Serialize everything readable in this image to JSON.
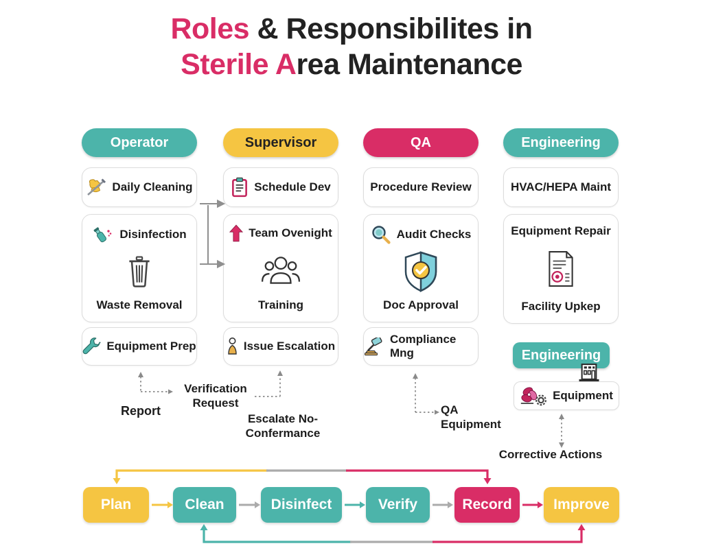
{
  "colors": {
    "teal": "#4CB4AA",
    "yellow": "#F5C542",
    "pink": "#D92D66",
    "gray": "#ABABAB",
    "dark": "#222222"
  },
  "title": {
    "accent1": "Roles",
    "rest1": " & Responsibilites in",
    "accent2": "Sterile A",
    "rest2": "rea Maintenance"
  },
  "columns": [
    {
      "header": "Operator",
      "header_bg": "#4CB4AA",
      "header_fg": "#FFFFFF",
      "cards": [
        {
          "title": "Daily Cleaning",
          "icon": "cleaning-icon"
        },
        {
          "top_title": "Disinfection",
          "top_icon": "spray-icon",
          "mid_icon": "trash-icon",
          "bottom_title": "Waste Removal"
        },
        {
          "title": "Equipment Prep",
          "icon": "wrench-icon"
        }
      ]
    },
    {
      "header": "Supervisor",
      "header_bg": "#F5C542",
      "header_fg": "#222222",
      "cards": [
        {
          "title": "Schedule Dev",
          "icon": "clipboard-icon"
        },
        {
          "top_title": "Team Ovenight",
          "top_icon": "arrow-up-icon",
          "mid_icon": "people-icon",
          "bottom_title": "Training"
        },
        {
          "title": "Issue Escalation",
          "icon": "person-icon"
        }
      ]
    },
    {
      "header": "QA",
      "header_bg": "#D92D66",
      "header_fg": "#FFFFFF",
      "cards": [
        {
          "title": "Procedure Review"
        },
        {
          "top_title": "Audit Checks",
          "top_icon": "magnifier-icon",
          "mid_icon": "shield-check-icon",
          "bottom_title": "Doc Approval"
        },
        {
          "title": "Compliance Mng",
          "icon": "gavel-icon"
        }
      ]
    },
    {
      "header": "Engineering",
      "header_bg": "#4CB4AA",
      "header_fg": "#FFFFFF",
      "cards": [
        {
          "title": "HVAC/HEPA Maint"
        },
        {
          "top_title": "Equipment Repair",
          "mid_icon": "document-icon",
          "bottom_title": "Facility Upkep"
        }
      ],
      "badge": "Engineering",
      "equipment_card": {
        "title": "Equipment",
        "icon": "fan-gear-icon"
      }
    }
  ],
  "flow_labels": {
    "report": "Report",
    "verification": "Verification Request",
    "escalate": "Escalate No-Confermance",
    "qa_equipment": "QA Equipment",
    "corrective": "Corrective Actions"
  },
  "process": {
    "steps": [
      {
        "label": "Plan",
        "bg": "#F5C542"
      },
      {
        "label": "Clean",
        "bg": "#4CB4AA"
      },
      {
        "label": "Disinfect",
        "bg": "#4CB4AA"
      },
      {
        "label": "Verify",
        "bg": "#4CB4AA"
      },
      {
        "label": "Record",
        "bg": "#D92D66"
      },
      {
        "label": "Improve",
        "bg": "#F5C542"
      }
    ],
    "connector_colors": [
      "#F5C542",
      "#ABABAB",
      "#4CB4AA",
      "#ABABAB",
      "#D92D66"
    ]
  }
}
